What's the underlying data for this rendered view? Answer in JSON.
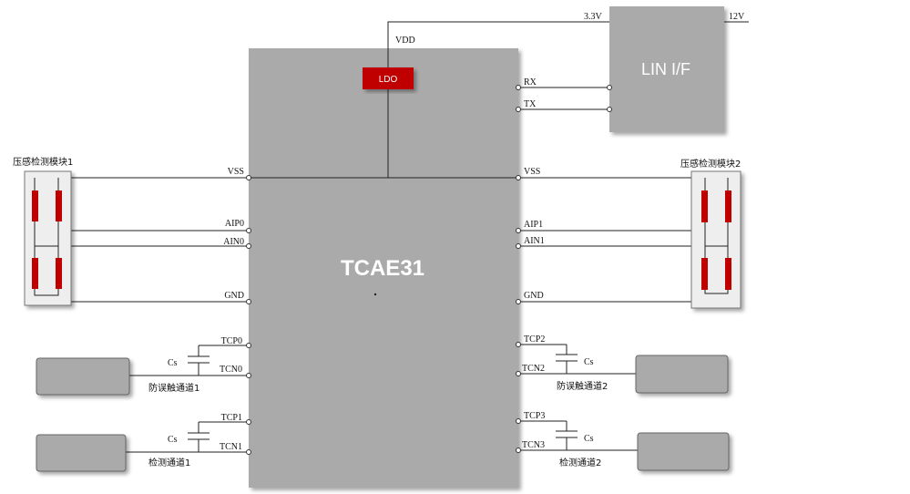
{
  "chip": {
    "name": "TCAE31",
    "ldo_label": "LDO"
  },
  "lin": {
    "title": "LIN I/F",
    "v33": "3.3V",
    "v12": "12V"
  },
  "supply": {
    "vdd": "VDD"
  },
  "pins_left": {
    "vss": "VSS",
    "aip0": "AIP0",
    "ain0": "AIN0",
    "gnd": "GND",
    "tcp0": "TCP0",
    "tcn0": "TCN0",
    "tcp1": "TCP1",
    "tcn1": "TCN1"
  },
  "pins_right": {
    "rx": "RX",
    "tx": "TX",
    "vss": "VSS",
    "aip1": "AIP1",
    "ain1": "AIN1",
    "gnd": "GND",
    "tcp2": "TCP2",
    "tcn2": "TCN2",
    "tcp3": "TCP3",
    "tcn3": "TCN3"
  },
  "modules": {
    "left": "压感检测模块1",
    "right": "压感检测模块2"
  },
  "cap_label": "Cs",
  "channels": {
    "anti1": "防误触通道1",
    "detect1": "检测通道1",
    "anti2": "防误触通道2",
    "detect2": "检测通道2"
  },
  "colors": {
    "chip_fill": "#aaaaaa",
    "ldo_fill": "#c00000",
    "resistor": "#c00000",
    "wire": "#222222"
  }
}
